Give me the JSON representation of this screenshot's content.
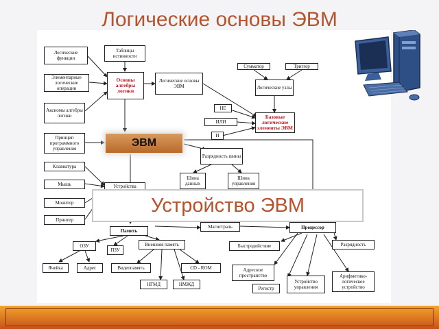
{
  "title": "Логические основы ЭВМ",
  "banner": "Устройство ЭВМ",
  "evm_label": "ЭВМ",
  "nodes": {
    "log_func": "Логические функции",
    "tablitsy": "Таблицы истинности",
    "osnovy": "Основы алгебры логики",
    "summator": "Сумматор",
    "trigger": "Триггер",
    "znach_log": "Элементарные логические операции",
    "log_osnovy": "Логические основы ЭВМ",
    "log_uzly": "Логические узлы",
    "aksiomy": "Аксиомы алгебры логики",
    "ne": "НЕ",
    "ili": "ИЛИ",
    "i": "И",
    "bazovye": "Базовые логические элементы ЭВМ",
    "printsip": "Принцип программного управления",
    "razryadnost_shiny": "Разрядность шины",
    "klaviatura": "Клавиатура",
    "mysh": "Мышь",
    "monitor": "Монитор",
    "printer": "Принтер",
    "ustroystva": "Устройства",
    "shina_dannyh": "Шина данных",
    "shina_upr": "Шина управления",
    "magistral": "Магистраль",
    "processor": "Процессор",
    "pamyat": "Память",
    "ozu": "ОЗУ",
    "pzu": "ПЗУ",
    "vneshnyaya": "Внешняя память",
    "bystrodeystvie": "Быстродействие",
    "razryadnost": "Разрядность",
    "yacheyka": "Ячейка",
    "adres": "Адрес",
    "videopamyat": "Видеопамять",
    "cdrom": "CD - ROM",
    "adresnoe": "Адресное пространство",
    "ngmd": "НГМД",
    "nmzhd": "НМЖД",
    "register": "Регистр",
    "ustr_upr": "Устройство управления",
    "alu": "Арифметико-логическое устройство"
  },
  "colors": {
    "title": "#b5532c",
    "accent_red": "#c0141c",
    "evm_fill": "#c57b3c",
    "bar": "#e07a22"
  }
}
